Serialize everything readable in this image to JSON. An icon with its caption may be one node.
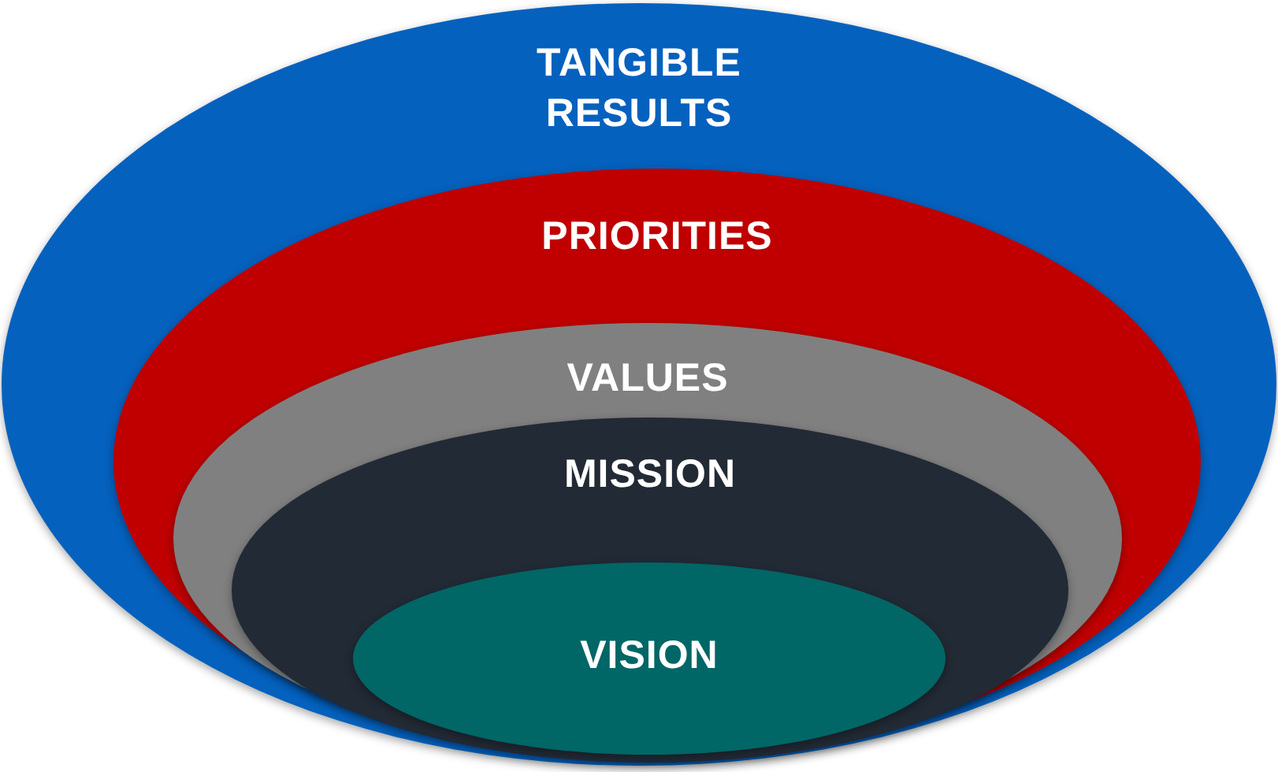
{
  "diagram": {
    "nodes": [
      {
        "text": [
          "TANGIBLE RESULTS"
        ]
      },
      {
        "text": [
          "PRIORITIES"
        ],
        "in": 0
      },
      {
        "text": [
          "VALUES"
        ],
        "in": 1
      },
      {
        "text": [
          "MISSION"
        ],
        "in": 2
      },
      {
        "text": [
          "VISION"
        ],
        "in": 3
      }
    ]
  }
}
